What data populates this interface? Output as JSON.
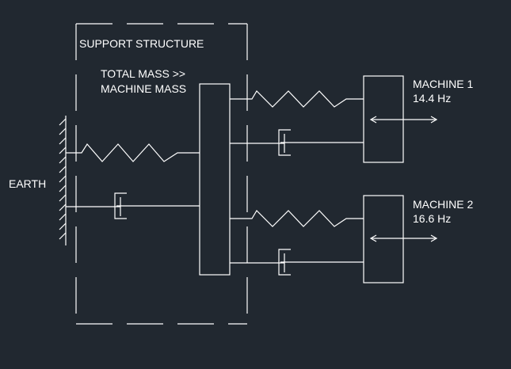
{
  "labels": {
    "support_structure": "SUPPORT STRUCTURE",
    "total_mass_line1": "TOTAL MASS >>",
    "total_mass_line2": "MACHINE MASS",
    "earth": "EARTH",
    "machine1_name": "MACHINE 1",
    "machine1_freq": "14.4 Hz",
    "machine2_name": "MACHINE 2",
    "machine2_freq": "16.6 Hz"
  },
  "colors": {
    "background": "#212830",
    "line": "#ffffff",
    "text": "#ffffff"
  }
}
